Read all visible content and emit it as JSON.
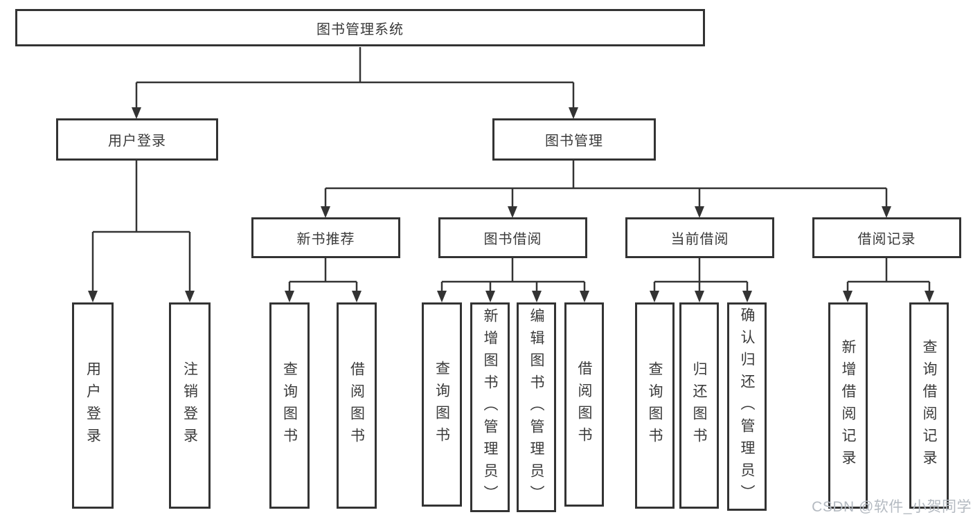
{
  "diagram": {
    "root": {
      "label": "图书管理系统",
      "children": [
        {
          "label": "用户登录",
          "children": [
            {
              "label": "用户登录"
            },
            {
              "label": "注销登录"
            }
          ]
        },
        {
          "label": "图书管理",
          "children": [
            {
              "label": "新书推荐",
              "children": [
                {
                  "label": "查询图书"
                },
                {
                  "label": "借阅图书"
                }
              ]
            },
            {
              "label": "图书借阅",
              "children": [
                {
                  "label": "查询图书"
                },
                {
                  "label": "新增图书（管理员）"
                },
                {
                  "label": "编辑图书（管理员）"
                },
                {
                  "label": "借阅图书"
                }
              ]
            },
            {
              "label": "当前借阅",
              "children": [
                {
                  "label": "查询图书"
                },
                {
                  "label": "归还图书"
                },
                {
                  "label": "确认归还（管理员）"
                }
              ]
            },
            {
              "label": "借阅记录",
              "children": [
                {
                  "label": "新增借阅记录"
                },
                {
                  "label": "查询借阅记录"
                }
              ]
            }
          ]
        }
      ]
    }
  },
  "watermark": {
    "text": "CSDN @软件_小贺同学"
  },
  "colors": {
    "line": "#333333",
    "box_border": "#333333",
    "text": "#3a3a3a",
    "background": "#ffffff",
    "watermark": "#b4bac1"
  }
}
